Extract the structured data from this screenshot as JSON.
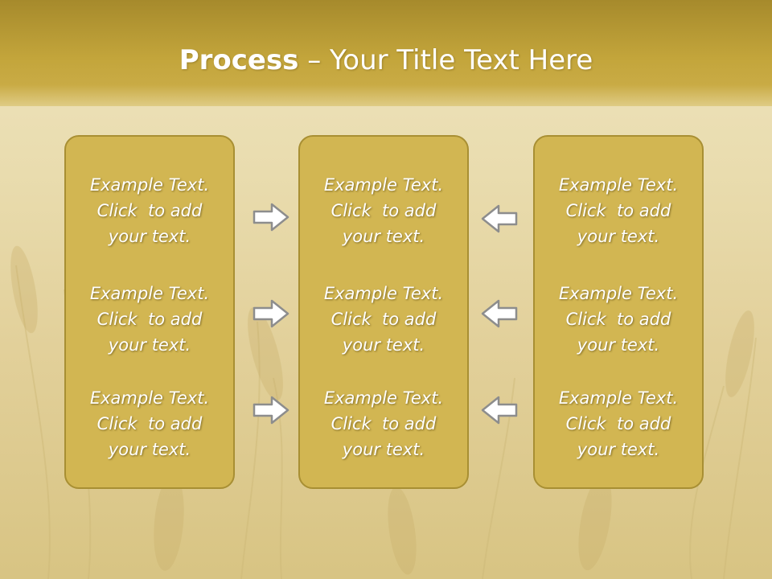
{
  "slide": {
    "title_bold": "Process",
    "title_rest": " – Your Title Text Here"
  },
  "colors": {
    "panel_fill": "#d2b652",
    "panel_border": "#a88f33",
    "title_band": "#c3a53b",
    "text": "#ffffff"
  },
  "columns": [
    {
      "blocks": [
        {
          "line1": "Example Text.",
          "line2": "Click  to add",
          "line3": "your text."
        },
        {
          "line1": "Example Text.",
          "line2": "Click  to add",
          "line3": "your text."
        },
        {
          "line1": "Example Text.",
          "line2": "Click  to add",
          "line3": "your text."
        }
      ]
    },
    {
      "blocks": [
        {
          "line1": "Example Text.",
          "line2": "Click  to add",
          "line3": "your text."
        },
        {
          "line1": "Example Text.",
          "line2": "Click  to add",
          "line3": "your text."
        },
        {
          "line1": "Example Text.",
          "line2": "Click  to add",
          "line3": "your text."
        }
      ]
    },
    {
      "blocks": [
        {
          "line1": "Example Text.",
          "line2": "Click  to add",
          "line3": "your text."
        },
        {
          "line1": "Example Text.",
          "line2": "Click  to add",
          "line3": "your text."
        },
        {
          "line1": "Example Text.",
          "line2": "Click  to add",
          "line3": "your text."
        }
      ]
    }
  ],
  "arrows": {
    "left_group": [
      "arrow-right-icon",
      "arrow-right-icon",
      "arrow-right-icon"
    ],
    "right_group": [
      "arrow-left-icon",
      "arrow-left-icon",
      "arrow-left-icon"
    ]
  }
}
